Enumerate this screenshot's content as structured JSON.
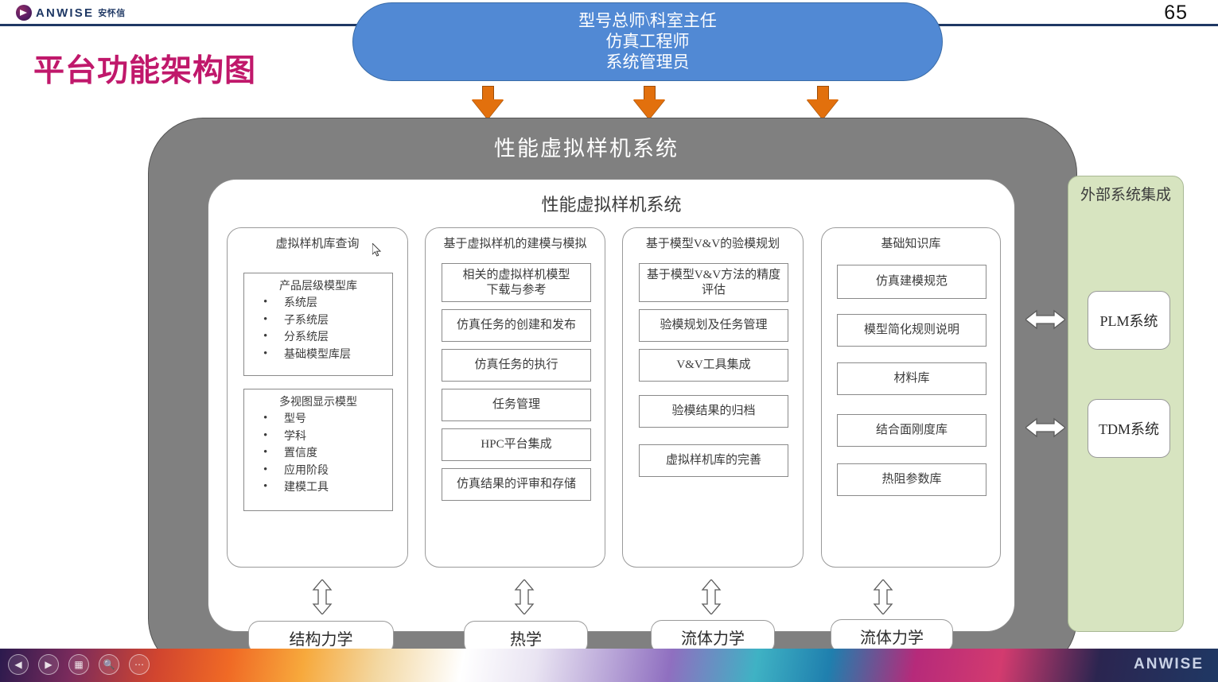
{
  "header": {
    "logo_text": "ANWISE",
    "logo_divider": "|",
    "logo_sub": "安怀信",
    "logo_icon": "anwise-logo-icon",
    "page_number": "65"
  },
  "slide": {
    "title": "平台功能架构图"
  },
  "role_banner": {
    "lines": [
      "型号总师\\科室主任",
      "仿真工程师",
      "系统管理员"
    ],
    "color": "#5189D4"
  },
  "flow_arrows": {
    "down_arrow_color": "#E2700D",
    "count": 3
  },
  "platform": {
    "title": "性能虚拟样机系统",
    "container_color": "#808080",
    "panel_title": "性能虚拟样机系统"
  },
  "columns": [
    {
      "title": "虚拟样机库查询",
      "groups": [
        {
          "title": "产品层级模型库",
          "items": [
            "系统层",
            "子系统层",
            "分系统层",
            "基础模型库层"
          ]
        },
        {
          "title": "多视图显示模型",
          "items": [
            "型号",
            "学科",
            "置信度",
            "应用阶段",
            "建模工具"
          ]
        }
      ]
    },
    {
      "title": "基于虚拟样机的建模与模拟",
      "items": [
        "相关的虚拟样机模型\n下载与参考",
        "仿真任务的创建和发布",
        "仿真任务的执行",
        "任务管理",
        "HPC平台集成",
        "仿真结果的评审和存储"
      ]
    },
    {
      "title": "基于模型V&V的验模规划",
      "items": [
        "基于模型V&V方法的精度\n评估",
        "验模规划及任务管理",
        "V&V工具集成",
        "验模结果的归档",
        "虚拟样机库的完善"
      ]
    },
    {
      "title": "基础知识库",
      "items": [
        "仿真建模规范",
        "模型简化规则说明",
        "材料库",
        "结合面刚度库",
        "热阻参数库"
      ]
    }
  ],
  "external": {
    "title": "外部系统集成",
    "panel_color": "#D7E4C0",
    "systems": [
      "PLM系统",
      "TDM系统"
    ]
  },
  "disciplines": [
    "结构力学",
    "热学",
    "流体力学",
    "流体力学"
  ],
  "taskbar": {
    "icons": [
      "back-icon",
      "forward-icon",
      "presentation-icon",
      "zoom-icon",
      "more-icon"
    ],
    "brand": "ANWISE"
  }
}
